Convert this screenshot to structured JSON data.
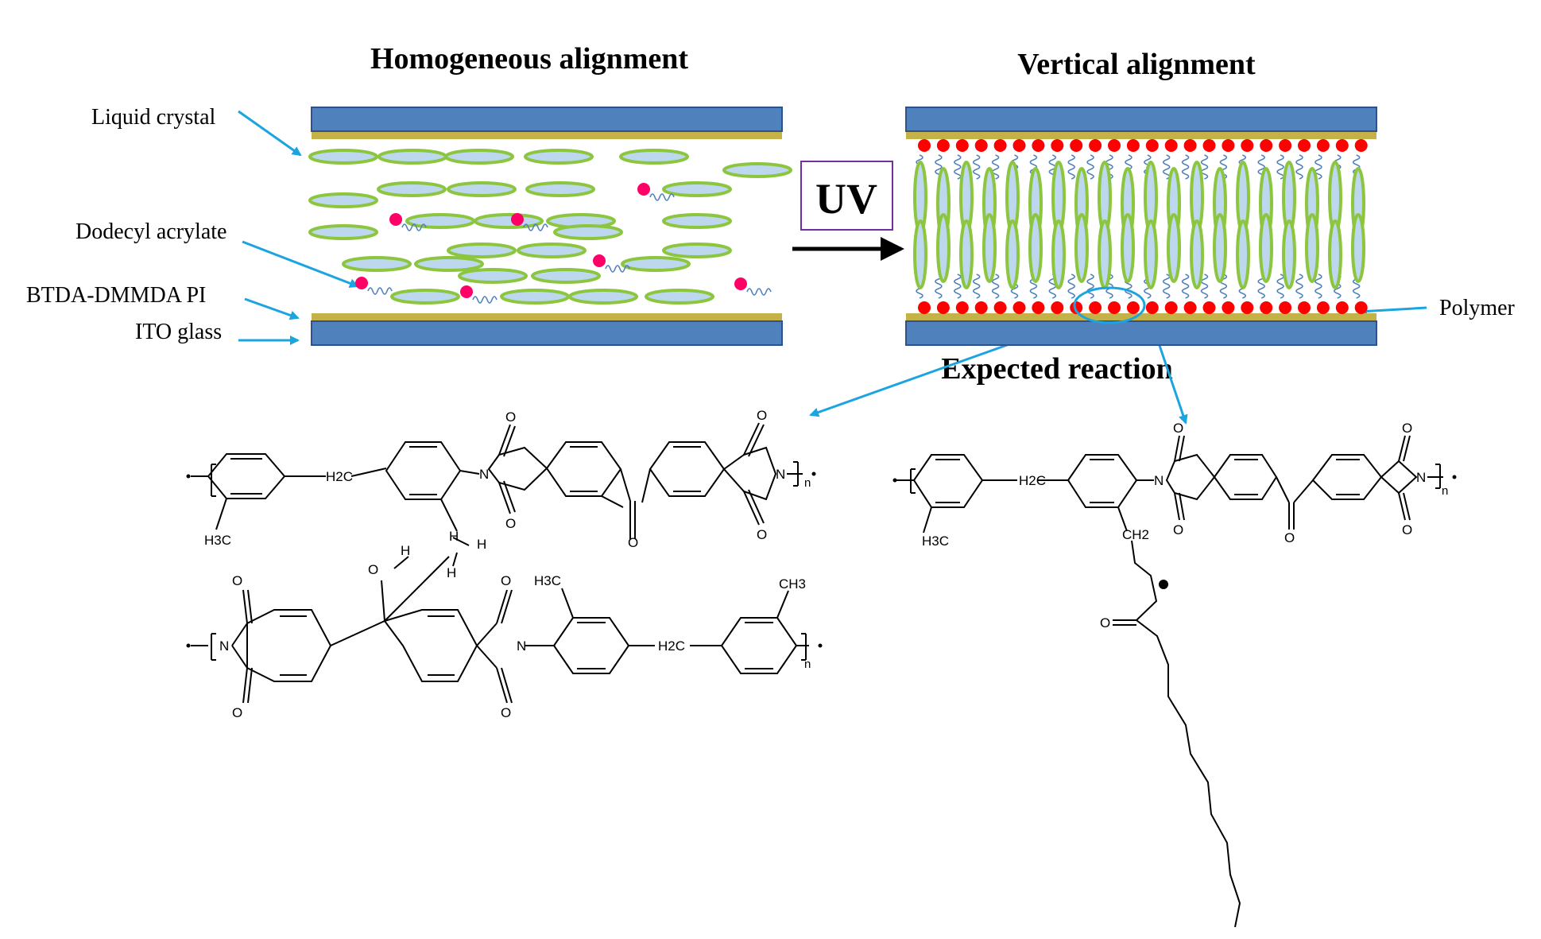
{
  "titles": {
    "homogeneous": "Homogeneous alignment",
    "vertical": "Vertical alignment",
    "expected_reaction": "Expected reaction"
  },
  "labels": {
    "liquid_crystal": "Liquid crystal",
    "dodecyl_acrylate": "Dodecyl acrylate",
    "pi_layer": "BTDA-DMMDA PI",
    "ito_glass": "ITO glass",
    "polymer": "Polymer"
  },
  "uv_label": "UV",
  "chem_labels": {
    "oxygen": "O",
    "nitrogen": "N",
    "hydrogen": "H",
    "methyl": "H3C",
    "methyl_right": "CH3",
    "methylene": "H2C",
    "methylene_right": "CH2",
    "repeat_index": "n"
  },
  "colors": {
    "glass": "#4f81bd",
    "glass_border": "#2f528f",
    "pi_layer": "#c4b147",
    "lc_fill": "#bdd7ee",
    "lc_border": "#8cc63e",
    "monomer_head": "#ff0066",
    "polymer_head": "#ff0000",
    "chain": "#4f81bd",
    "arrow": "#1ca4e0",
    "uv_box": "#7030a0"
  }
}
